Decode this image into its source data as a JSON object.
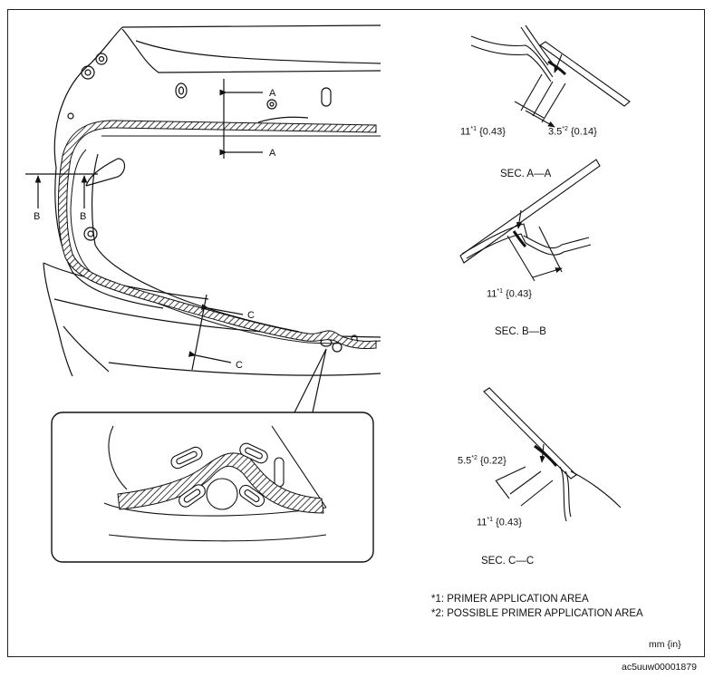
{
  "labels": {
    "cut_a_top": "A",
    "cut_a_bottom": "A",
    "cut_b_left": "B",
    "cut_b_right": "B",
    "cut_c_top": "C",
    "cut_c_bottom": "C"
  },
  "sections": {
    "a": {
      "title": "SEC. A—A",
      "dim1_value": "11",
      "dim1_mark": "*1",
      "dim1_inch": "{0.43}",
      "dim2_value": "3.5",
      "dim2_mark": "*2",
      "dim2_inch": "{0.14}"
    },
    "b": {
      "title": "SEC. B—B",
      "dim1_value": "11",
      "dim1_mark": "*1",
      "dim1_inch": "{0.43}"
    },
    "c": {
      "title": "SEC. C—C",
      "dim1_value": "5.5",
      "dim1_mark": "*2",
      "dim1_inch": "{0.22}",
      "dim2_value": "11",
      "dim2_mark": "*1",
      "dim2_inch": "{0.43}"
    }
  },
  "notes": [
    "*1:  PRIMER APPLICATION AREA",
    "*2:  POSSIBLE PRIMER APPLICATION AREA"
  ],
  "unit": "mm {in}",
  "code": "ac5uuw00001879"
}
